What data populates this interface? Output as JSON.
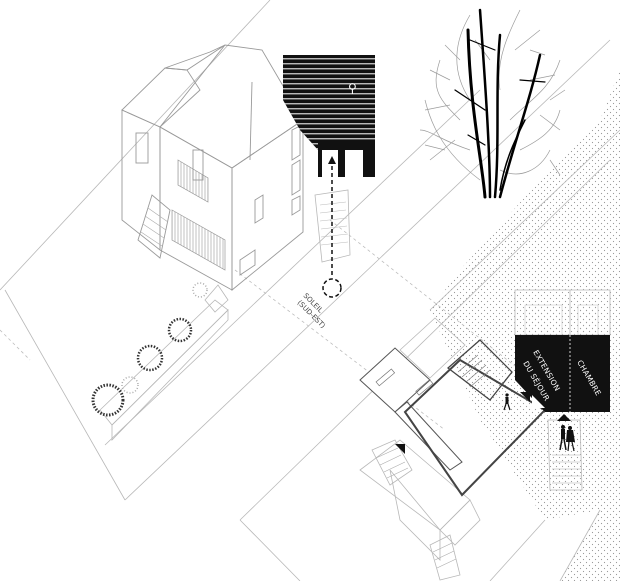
{
  "diagram": {
    "type": "architectural-axonometric",
    "colors": {
      "background": "#ffffff",
      "linework": "#b8b8b8",
      "highlight": "#111111",
      "label_on_dark": "#ffffff"
    },
    "labels": {
      "sun": "SOLEIL",
      "sun_direction": "(SUD-EST)",
      "extension_line1": "EXTENSION",
      "extension_line2": "DU SÉJOUR",
      "bedroom": "CHAMBRE"
    },
    "elements": [
      {
        "name": "existing-house",
        "description": "Two-storey house with gable roof, balcony and exterior stair"
      },
      {
        "name": "garden-planter",
        "description": "Raised bed with shrubs along the street"
      },
      {
        "name": "sun-symbol",
        "description": "Dashed circle with arrow pointing to striped block"
      },
      {
        "name": "striped-block",
        "description": "Black horizontally striped volume indicating sunlight"
      },
      {
        "name": "tree",
        "description": "Deciduous tree with black trunks"
      },
      {
        "name": "new-house-plan",
        "description": "Ground-floor plan of the renovated house"
      },
      {
        "name": "extension-block",
        "description": "Black block: living-room extension and bedroom"
      },
      {
        "name": "dotted-site",
        "description": "Stippled neighbouring plot"
      },
      {
        "name": "people",
        "description": "Human figures near entrances"
      }
    ],
    "entrance_markers": 4
  }
}
